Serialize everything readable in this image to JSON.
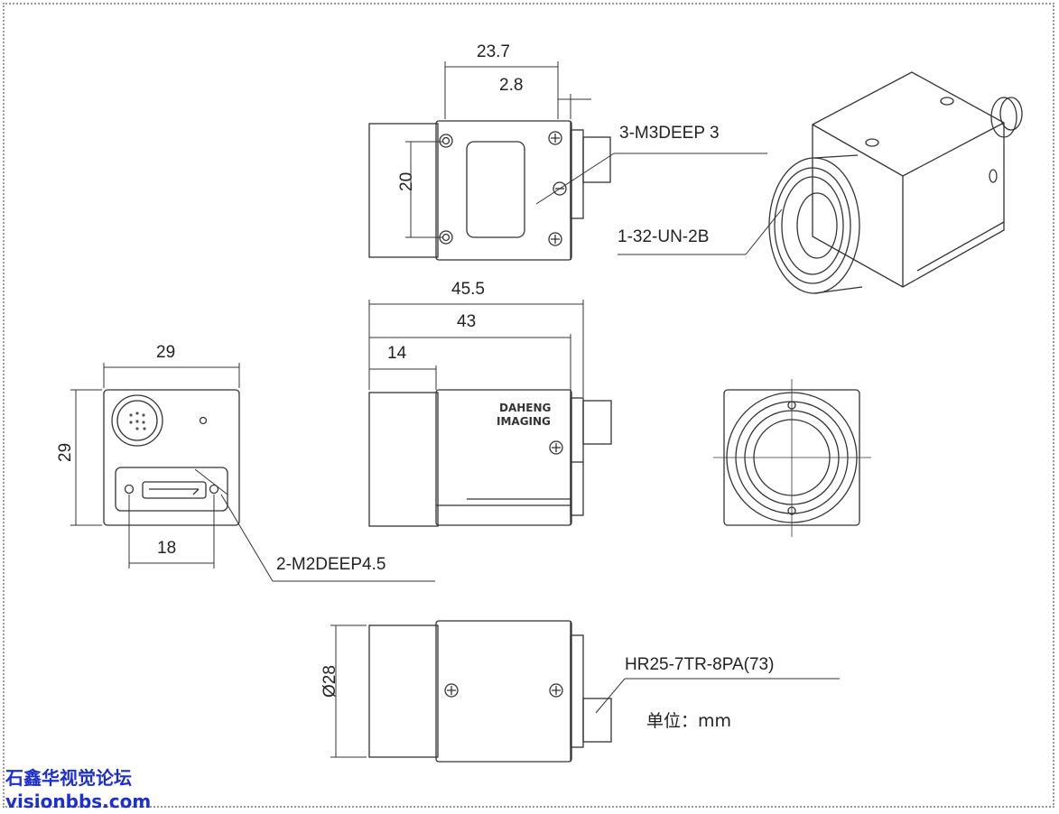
{
  "dimensions": {
    "top_width": "23.7",
    "top_offset": "2.8",
    "top_height": "20",
    "side_overall": "45.5",
    "side_body": "43",
    "side_front": "14",
    "back_width": "29",
    "back_height": "29",
    "back_hole_spacing": "18",
    "bottom_diameter": "Ø28"
  },
  "callouts": {
    "mount_holes": "3-M3DEEP 3",
    "lens_thread": "1-32-UN-2B",
    "usb_holes": "2-M2DEEP4.5",
    "connector": "HR25-7TR-8PA(73)"
  },
  "unit_note": "单位：mm",
  "logo": {
    "line1": "DAHENG",
    "line2": "IMAGING"
  },
  "watermark": {
    "line1": "石鑫华视觉论坛",
    "line2": "visionbbs.com",
    "color": "#1c2fd0"
  }
}
